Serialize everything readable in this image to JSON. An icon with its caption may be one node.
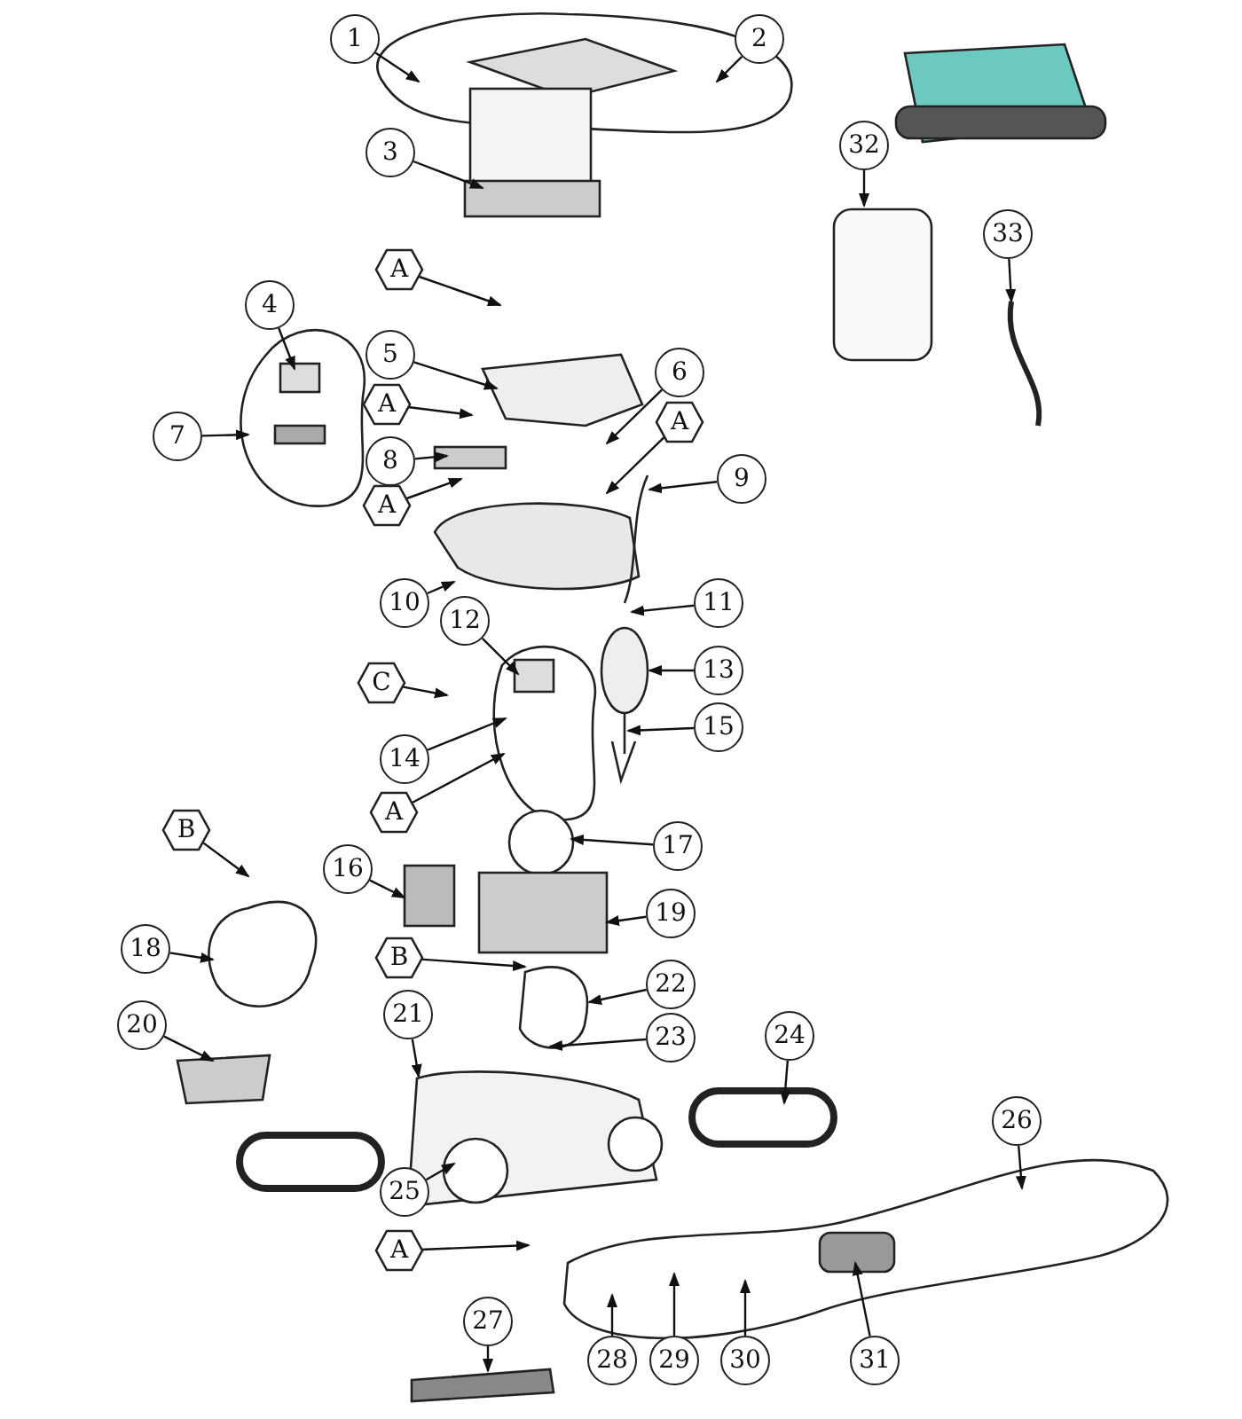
{
  "diagram": {
    "nodes": [
      {
        "text": [
          "1"
        ]
      },
      {
        "text": [
          "2"
        ]
      },
      {
        "text": [
          "3"
        ]
      },
      {
        "text": [
          "A"
        ]
      },
      {
        "text": [
          "4"
        ]
      },
      {
        "text": [
          "5"
        ]
      },
      {
        "text": [
          "6"
        ]
      },
      {
        "text": [
          "A"
        ]
      },
      {
        "text": [
          "7"
        ]
      },
      {
        "text": [
          "A"
        ]
      },
      {
        "text": [
          "8"
        ]
      },
      {
        "text": [
          "A"
        ]
      },
      {
        "text": [
          "9"
        ]
      },
      {
        "text": [
          "10"
        ]
      },
      {
        "text": [
          "11"
        ]
      },
      {
        "text": [
          "12"
        ]
      },
      {
        "text": [
          "13"
        ]
      },
      {
        "text": [
          "C"
        ]
      },
      {
        "text": [
          "14"
        ]
      },
      {
        "text": [
          "15"
        ]
      },
      {
        "text": [
          "A"
        ]
      },
      {
        "text": [
          "17"
        ]
      },
      {
        "text": [
          "B"
        ]
      },
      {
        "text": [
          "16"
        ]
      },
      {
        "text": [
          "19"
        ]
      },
      {
        "text": [
          "18"
        ]
      },
      {
        "text": [
          "B"
        ]
      },
      {
        "text": [
          "22"
        ]
      },
      {
        "text": [
          "23"
        ]
      },
      {
        "text": [
          "20"
        ]
      },
      {
        "text": [
          "21"
        ]
      },
      {
        "text": [
          "24"
        ]
      },
      {
        "text": [
          "25"
        ]
      },
      {
        "text": [
          "26"
        ]
      },
      {
        "text": [
          "A"
        ]
      },
      {
        "text": [
          "27"
        ]
      },
      {
        "text": [
          "28"
        ]
      },
      {
        "text": [
          "29"
        ]
      },
      {
        "text": [
          "30"
        ]
      },
      {
        "text": [
          "31"
        ]
      },
      {
        "text": [
          "32"
        ]
      },
      {
        "text": [
          "33"
        ]
      }
    ],
    "edges": [
      {
        "from": 0,
        "to": null,
        "arrow": "to"
      },
      {
        "from": 1,
        "to": null,
        "arrow": "to"
      },
      {
        "from": 2,
        "to": null,
        "arrow": "to"
      },
      {
        "from": 3,
        "to": null,
        "arrow": "to"
      },
      {
        "from": 4,
        "to": null,
        "arrow": "to"
      },
      {
        "from": 5,
        "to": null,
        "arrow": "to"
      },
      {
        "from": 6,
        "to": null,
        "arrow": "to"
      },
      {
        "from": 7,
        "to": null,
        "arrow": "to"
      },
      {
        "from": 8,
        "to": null,
        "arrow": "to"
      },
      {
        "from": 9,
        "to": null,
        "arrow": "to"
      },
      {
        "from": 10,
        "to": null,
        "arrow": "to"
      },
      {
        "from": 11,
        "to": null,
        "arrow": "to"
      },
      {
        "from": 12,
        "to": null,
        "arrow": "to"
      },
      {
        "from": 13,
        "to": null,
        "arrow": "to"
      },
      {
        "from": 14,
        "to": null,
        "arrow": "to"
      },
      {
        "from": 15,
        "to": null,
        "arrow": "to"
      },
      {
        "from": 16,
        "to": null,
        "arrow": "to"
      },
      {
        "from": 17,
        "to": null,
        "arrow": "to"
      },
      {
        "from": 18,
        "to": null,
        "arrow": "to"
      },
      {
        "from": 19,
        "to": null,
        "arrow": "to"
      },
      {
        "from": 20,
        "to": null,
        "arrow": "to"
      },
      {
        "from": 21,
        "to": null,
        "arrow": "to"
      },
      {
        "from": 22,
        "to": null,
        "arrow": "to"
      },
      {
        "from": 23,
        "to": null,
        "arrow": "to"
      },
      {
        "from": 24,
        "to": null,
        "arrow": "to"
      },
      {
        "from": 25,
        "to": null,
        "arrow": "to"
      },
      {
        "from": 26,
        "to": null,
        "arrow": "to"
      },
      {
        "from": 27,
        "to": null,
        "arrow": "to"
      },
      {
        "from": 28,
        "to": null,
        "arrow": "to"
      },
      {
        "from": 29,
        "to": null,
        "arrow": "to"
      },
      {
        "from": 30,
        "to": null,
        "arrow": "to"
      },
      {
        "from": 31,
        "to": null,
        "arrow": "to"
      },
      {
        "from": 32,
        "to": null,
        "arrow": "to"
      },
      {
        "from": 33,
        "to": null,
        "arrow": "to"
      },
      {
        "from": 34,
        "to": null,
        "arrow": "to"
      },
      {
        "from": 35,
        "to": null,
        "arrow": "to"
      },
      {
        "from": 36,
        "to": null,
        "arrow": "to"
      },
      {
        "from": 37,
        "to": null,
        "arrow": "to"
      },
      {
        "from": 38,
        "to": null,
        "arrow": "to"
      },
      {
        "from": 39,
        "to": null,
        "arrow": "to"
      },
      {
        "from": 40,
        "to": null,
        "arrow": "to"
      },
      {
        "from": 41,
        "to": null,
        "arrow": "to"
      }
    ]
  }
}
